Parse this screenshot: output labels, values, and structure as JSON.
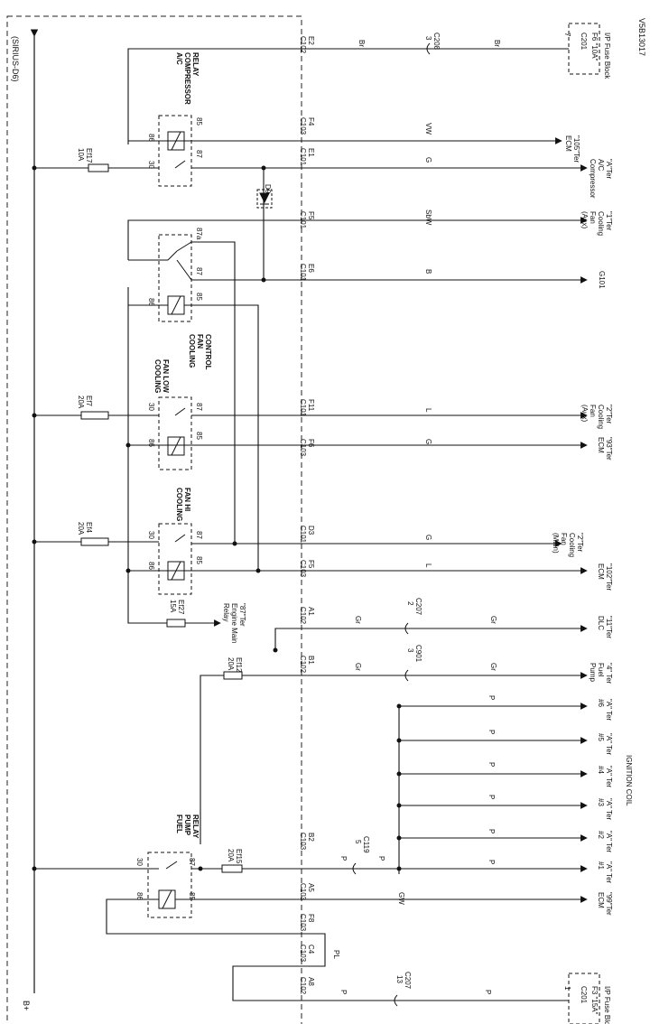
{
  "header": {
    "title": "(SIRIUS-D6)",
    "diagram_id": "V5B13017"
  },
  "supply": {
    "label": "B+"
  },
  "fuses": [
    {
      "name": "Ef17",
      "rating": "10A"
    },
    {
      "name": "Ef7",
      "rating": "20A"
    },
    {
      "name": "Ef4",
      "rating": "20A"
    },
    {
      "name": "Ef27",
      "rating": "15A"
    },
    {
      "name": "Ef12",
      "rating": "20A"
    },
    {
      "name": "Ef15",
      "rating": "20A"
    }
  ],
  "relays": [
    {
      "title": [
        "A/C",
        "COMPRESSOR",
        "RELAY"
      ],
      "pins": [
        "86",
        "85",
        "30",
        "87"
      ]
    },
    {
      "title": [
        "COOLING",
        "FAN",
        "CONTROL"
      ],
      "pins": [
        "86",
        "85",
        "87a",
        "87"
      ]
    },
    {
      "title": [
        "COOLING",
        "FAN LOW"
      ],
      "pins": [
        "86",
        "85",
        "30",
        "87"
      ]
    },
    {
      "title": [
        "COOLING",
        "FAN HI"
      ],
      "pins": [
        "86",
        "85",
        "30",
        "87"
      ]
    },
    {
      "title": [
        "FUEL",
        "PUMP",
        "RELAY"
      ],
      "pins": [
        "86",
        "85",
        "30",
        "87"
      ]
    }
  ],
  "diode": {
    "label": "D9"
  },
  "connectors": [
    {
      "conn": "C102",
      "pin": "E2"
    },
    {
      "conn": "C103",
      "pin": "F4"
    },
    {
      "conn": "C101",
      "pin": "E1"
    },
    {
      "conn": "C101",
      "pin": "F5"
    },
    {
      "conn": "C101",
      "pin": "E6"
    },
    {
      "conn": "C101",
      "pin": "F11"
    },
    {
      "conn": "C103",
      "pin": "F6"
    },
    {
      "conn": "C101",
      "pin": "D3"
    },
    {
      "conn": "C103",
      "pin": "F5"
    },
    {
      "conn": "C102",
      "pin": "A1"
    },
    {
      "conn": "C102",
      "pin": "B1"
    },
    {
      "conn": "C103",
      "pin": "B2"
    },
    {
      "conn": "C103",
      "pin": "A5"
    },
    {
      "conn": "C103",
      "pin": "F8"
    },
    {
      "conn": "C103",
      "pin": "C4"
    },
    {
      "conn": "C102",
      "pin": "A8"
    }
  ],
  "splices": [
    {
      "pin": "3",
      "name": "C208"
    },
    {
      "pin": "2",
      "name": "C207"
    },
    {
      "pin": "3",
      "name": "C901"
    },
    {
      "pin": "5",
      "name": "C119"
    },
    {
      "pin": "13",
      "name": "C207"
    }
  ],
  "wire_colors": [
    {
      "label": "Br"
    },
    {
      "label": "Br"
    },
    {
      "label": "VW"
    },
    {
      "label": "G"
    },
    {
      "label": "SbW"
    },
    {
      "label": "B"
    },
    {
      "label": "L"
    },
    {
      "label": "G"
    },
    {
      "label": "G"
    },
    {
      "label": "L"
    },
    {
      "label": "Gr"
    },
    {
      "label": "Gr"
    },
    {
      "label": "Gr"
    },
    {
      "label": "Gr"
    },
    {
      "label": "P"
    },
    {
      "label": "P"
    },
    {
      "label": "P"
    },
    {
      "label": "P"
    },
    {
      "label": "P"
    },
    {
      "label": "P"
    },
    {
      "label": "P"
    },
    {
      "label": "P"
    },
    {
      "label": "GW"
    },
    {
      "label": "PL"
    },
    {
      "label": "P"
    },
    {
      "label": "P"
    }
  ],
  "destinations": [
    {
      "lines": [
        "\"105\"Ter",
        "ECM"
      ]
    },
    {
      "lines": [
        "\"A\"Ter",
        "A/C",
        "Compressor"
      ]
    },
    {
      "lines": [
        "\"1\"Ter",
        "Cooling",
        "Fan",
        "(Aux)"
      ]
    },
    {
      "lines": [
        "G101"
      ]
    },
    {
      "lines": [
        "\"2\"Ter",
        "Cooling",
        "Fan",
        "(Aux)"
      ]
    },
    {
      "lines": [
        "\"93\"Ter",
        "ECM"
      ]
    },
    {
      "lines": [
        "\"2\"Ter",
        "Cooling",
        "Fan",
        "(Main)"
      ]
    },
    {
      "lines": [
        "\"102\"Ter",
        "ECM"
      ]
    },
    {
      "lines": [
        "\"11\"Ter",
        "DLC"
      ]
    },
    {
      "lines": [
        "\"4\" Ter",
        "Fuel",
        "Pump"
      ]
    },
    {
      "lines": [
        "\"A\" Ter",
        "#6"
      ]
    },
    {
      "lines": [
        "\"A\" Ter",
        "#5"
      ]
    },
    {
      "lines": [
        "\"A\" Ter",
        "#4"
      ]
    },
    {
      "lines": [
        "\"A\" Ter",
        "#3"
      ]
    },
    {
      "lines": [
        "\"A\" Ter",
        "#2"
      ]
    },
    {
      "lines": [
        "\"A\" Ter",
        "#1"
      ]
    },
    {
      "lines": [
        "\"99\"Ter",
        "ECM"
      ]
    }
  ],
  "ignition_coil_label": "IGNITION COIL",
  "engine_main_relay": {
    "lines": [
      "\"87\"Ter",
      "Engine Main",
      "Relay"
    ]
  },
  "fuse_blocks": [
    {
      "pin": "7",
      "conn": "C201",
      "fuse": "F6 \"10A\"",
      "block": "I/P Fuse Block"
    },
    {
      "pin": "1",
      "conn": "C201",
      "fuse": "F3 \"15A\"",
      "block": "I/P Fuse Block"
    }
  ]
}
